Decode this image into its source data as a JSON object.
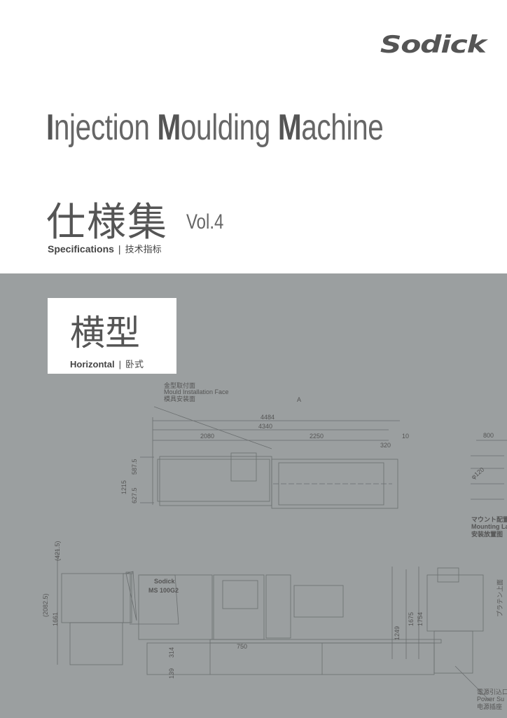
{
  "brand": "Sodick",
  "title": {
    "part1": "I",
    "part2": "njection ",
    "part3": "M",
    "part4": "oulding ",
    "part5": "M",
    "part6": "achine"
  },
  "subtitle_jp": "仕様集",
  "volume": "Vol.4",
  "specs": {
    "en": "Specifications",
    "sep": "|",
    "cn": "技术指标"
  },
  "category": {
    "jp": "横型",
    "en": "Horizontal",
    "sep": "|",
    "cn": "卧式"
  },
  "drawing": {
    "mould_face": [
      "金型取付面",
      "Mould Installation Face",
      "模具安装面"
    ],
    "view_marker": "A",
    "dims_top": [
      "4484",
      "4340",
      "2080",
      "2250",
      "320",
      "10",
      "1215",
      "587.5",
      "627.5"
    ],
    "mounting": {
      "dim": "800",
      "dia": "φ120",
      "labels": [
        "マウント配置",
        "Mounting La",
        "安装放置图"
      ]
    },
    "dims_side": [
      "(421.5)",
      "(2082.5)",
      "1661",
      "314",
      "139",
      "750",
      "1249",
      "1675",
      "1754"
    ],
    "machine_labels": [
      "Sodick",
      "MS 100G2"
    ],
    "platen": "プラテン上面",
    "power": [
      "電源引込口",
      "Power Su",
      "电源插座"
    ]
  }
}
